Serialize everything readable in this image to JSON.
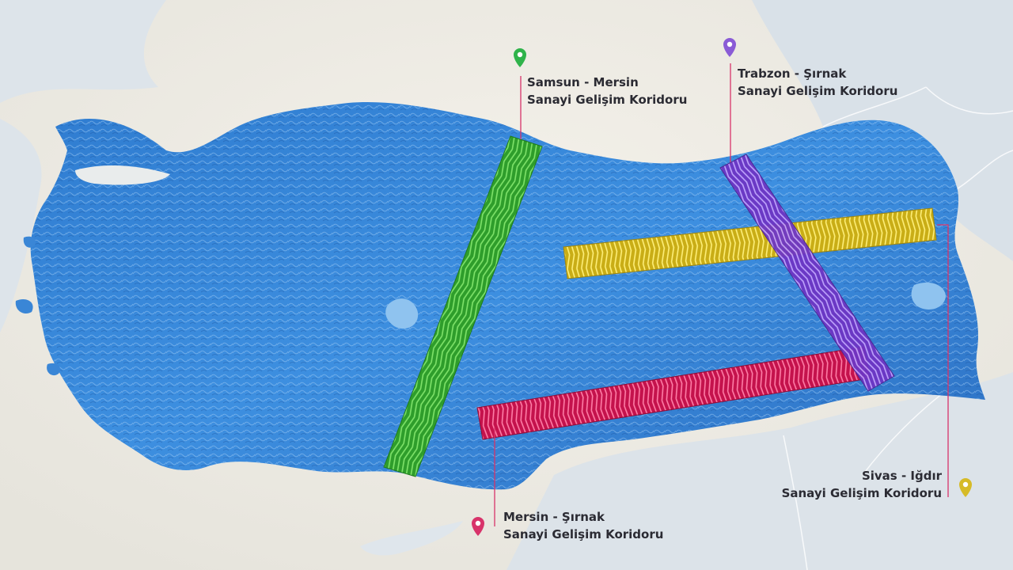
{
  "corridors": [
    {
      "id": "samsun-mersin",
      "line1": "Samsun - Mersin",
      "line2": "Sanayi Gelişim Koridoru",
      "color": "#3fbe3a",
      "pin_color": "#2fb34a"
    },
    {
      "id": "trabzon-sirnak",
      "line1": "Trabzon - Şırnak",
      "line2": "Sanayi Gelişim Koridoru",
      "color": "#8a4ed8",
      "pin_color": "#8a5bd6"
    },
    {
      "id": "sivas-igdir",
      "line1": "Sivas - Iğdır",
      "line2": "Sanayi Gelişim Koridoru",
      "color": "#dcc52a",
      "pin_color": "#d6bb27"
    },
    {
      "id": "mersin-sirnak",
      "line1": "Mersin - Şırnak",
      "line2": "Sanayi Gelişim Koridoru",
      "color": "#e0275e",
      "pin_color": "#d8336a"
    }
  ]
}
